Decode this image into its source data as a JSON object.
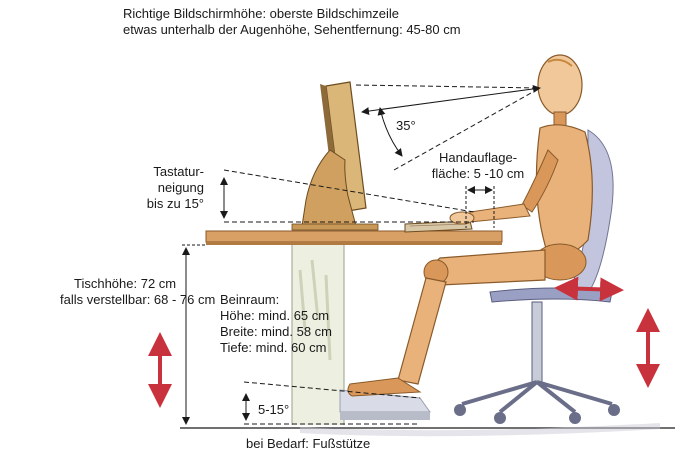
{
  "labels": {
    "screen_height_line1": "Richtige Bildschirmhöhe: oberste Bildschimzeile",
    "screen_height_line2": "etwas unterhalb der Augenhöhe, Sehentfernung: 45-80 cm",
    "angle_35": "35°",
    "keyboard_tilt": [
      "Tastatur-",
      "neigung",
      "bis zu 15°"
    ],
    "hand_rest": [
      "Handauflage-",
      "fläche: 5 -10 cm"
    ],
    "table_height_line1": "Tischhöhe: 72 cm",
    "table_height_line2": "falls verstellbar: 68 - 76 cm",
    "legroom": [
      "Beinraum:",
      "Höhe: mind. 65 cm",
      "Breite: mind. 58 cm",
      "Tiefe: mind. 60 cm"
    ],
    "footrest_angle": "5-15°",
    "footrest": "bei Bedarf: Fußstütze"
  },
  "colors": {
    "arrow_red": "#c8323c",
    "wood_light": "#f0c89a",
    "wood_mid": "#d9985a",
    "wood_dark": "#b06a30",
    "desk": "#d9a066",
    "monitor": "#d8b070",
    "chair": "#b8bcd8",
    "line": "#1a1a1a"
  }
}
